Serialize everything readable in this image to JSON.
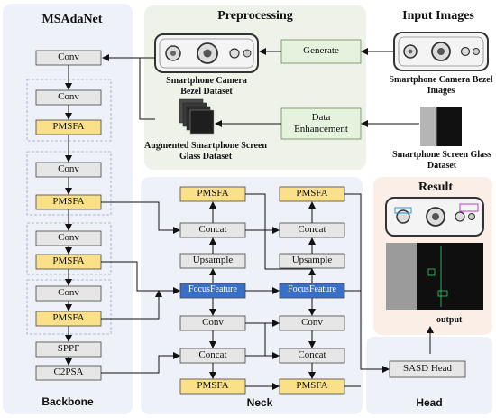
{
  "titles": {
    "msadanet": "MSAdaNet",
    "preprocessing": "Preprocessing",
    "input_images": "Input Images",
    "result": "Result",
    "backbone": "Backbone",
    "neck": "Neck",
    "head": "Head"
  },
  "preprocessing": {
    "generate": "Generate",
    "data_enhancement": "Data Enhancement",
    "bezel_dataset": "Smartphone Camera Bezel Dataset",
    "augmented_dataset": "Augmented Smartphone Screen Glass Dataset"
  },
  "inputs": {
    "bezel_images": "Smartphone Camera Bezel Images",
    "screen_glass_dataset": "Smartphone Screen Glass Dataset"
  },
  "backbone": {
    "blocks": [
      "Conv",
      "Conv",
      "PMSFA",
      "Conv",
      "PMSFA",
      "Conv",
      "PMSFA",
      "Conv",
      "PMSFA",
      "SPPF",
      "C2PSA"
    ]
  },
  "neck": {
    "col1": [
      "PMSFA",
      "Concat",
      "Upsample",
      "FocusFeature",
      "Conv",
      "Concat",
      "PMSFA"
    ],
    "col2": [
      "PMSFA",
      "Concat",
      "Upsample",
      "FocusFeature",
      "Conv",
      "Concat",
      "PMSFA"
    ]
  },
  "head": {
    "block": "SASD Head"
  },
  "result": {
    "output": "output"
  },
  "colors": {
    "panel": "#eef1f8",
    "preproc_panel": "#eef2e8",
    "result_panel": "#fbeee6",
    "gray_block": "#e6e6e6",
    "yellow_block": "#fbe08a",
    "blue_block": "#3a6fc8",
    "green_block": "#e5f2dd"
  }
}
